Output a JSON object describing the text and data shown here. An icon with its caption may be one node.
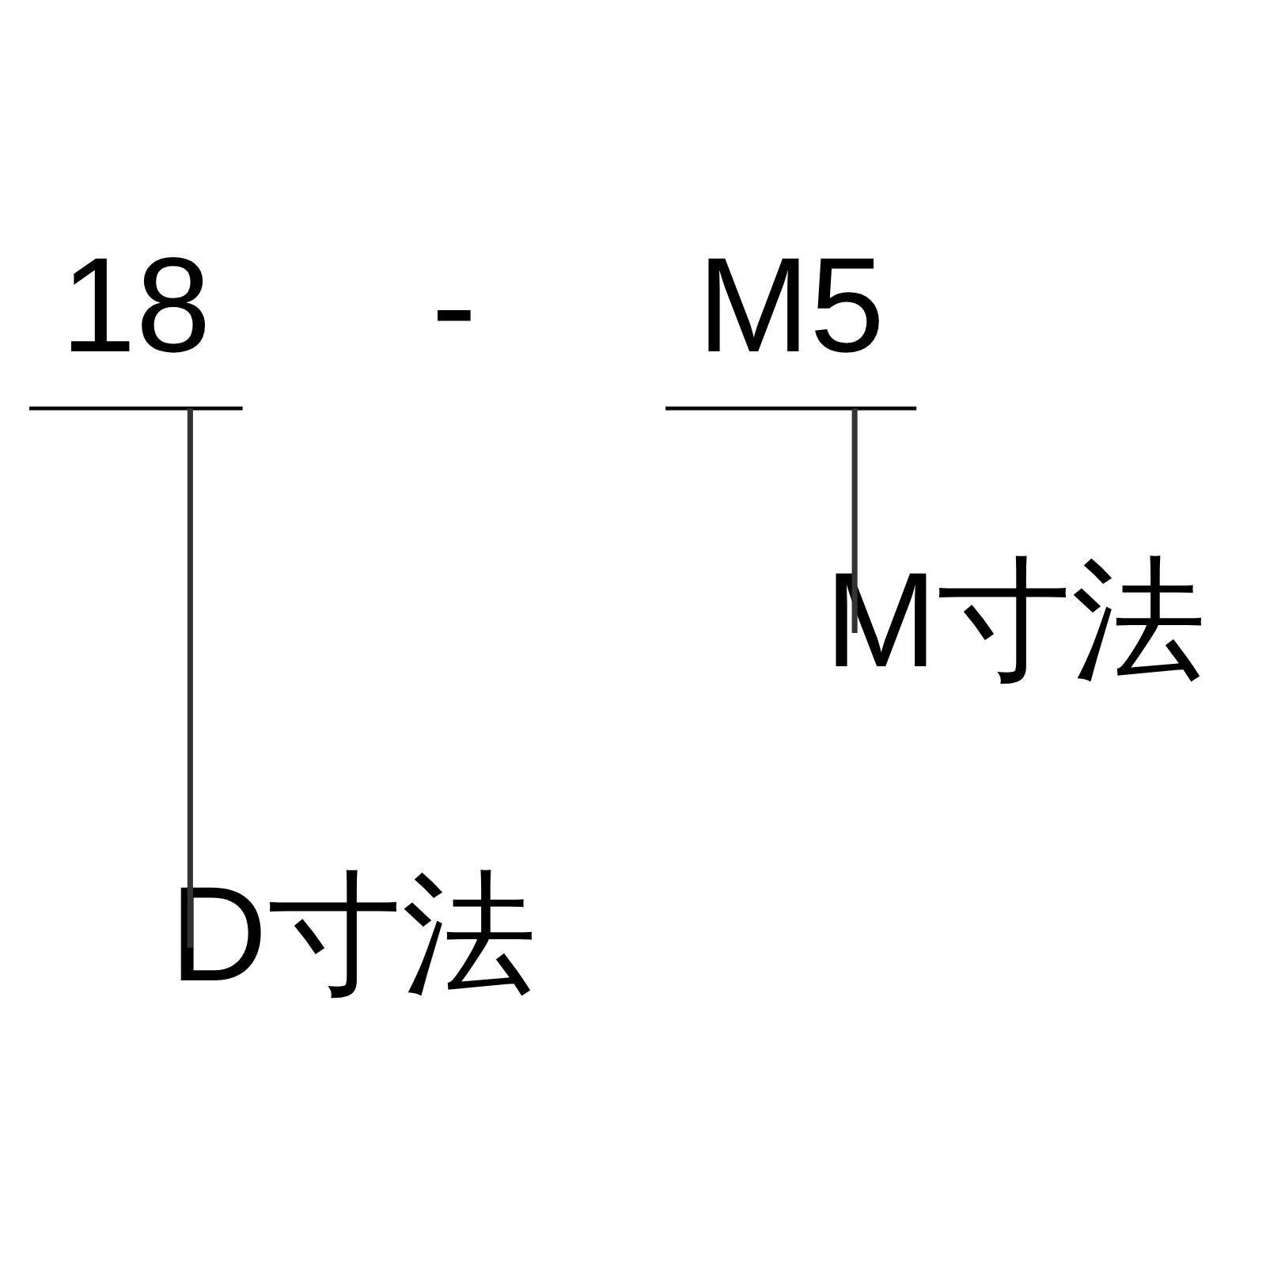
{
  "diagram": {
    "nodes": [
      {
        "text": [
          "18"
        ]
      },
      {
        "text": [
          "M5"
        ]
      },
      {
        "text": [
          "M寸法"
        ]
      },
      {
        "text": [
          "D寸法"
        ]
      }
    ],
    "edges": [
      {
        "from": 1,
        "to": 2,
        "arrow": "none"
      },
      {
        "from": 0,
        "to": 3,
        "arrow": "none"
      }
    ],
    "labels": [
      "-"
    ]
  }
}
